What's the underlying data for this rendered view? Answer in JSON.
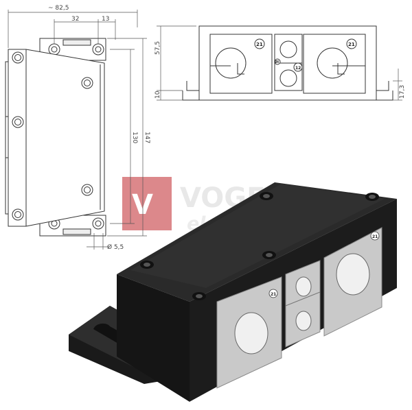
{
  "dimensions": {
    "overall_width": "~ 82,5",
    "hole_offset": "32",
    "edge_offset": "13",
    "total_height": "147",
    "hole_spacing": "130",
    "hole_diameter": "Ø 5,5",
    "front_height": "57,5",
    "base_height": "10",
    "side_height": "17,3"
  },
  "insert_labels": {
    "left_large": "21",
    "right_large": "21",
    "center_top": "ØΙ",
    "center_small": "12",
    "iso_left": "21",
    "iso_right": "21"
  },
  "watermark": {
    "logo_letter": "V",
    "brand": "VOGEL",
    "sub": "electric"
  },
  "colors": {
    "body": "#1c1c1c",
    "body_top": "#2a2a2a",
    "insert": "#c9c9c9",
    "line": "#333333",
    "watermark_red": "#c0282d"
  }
}
